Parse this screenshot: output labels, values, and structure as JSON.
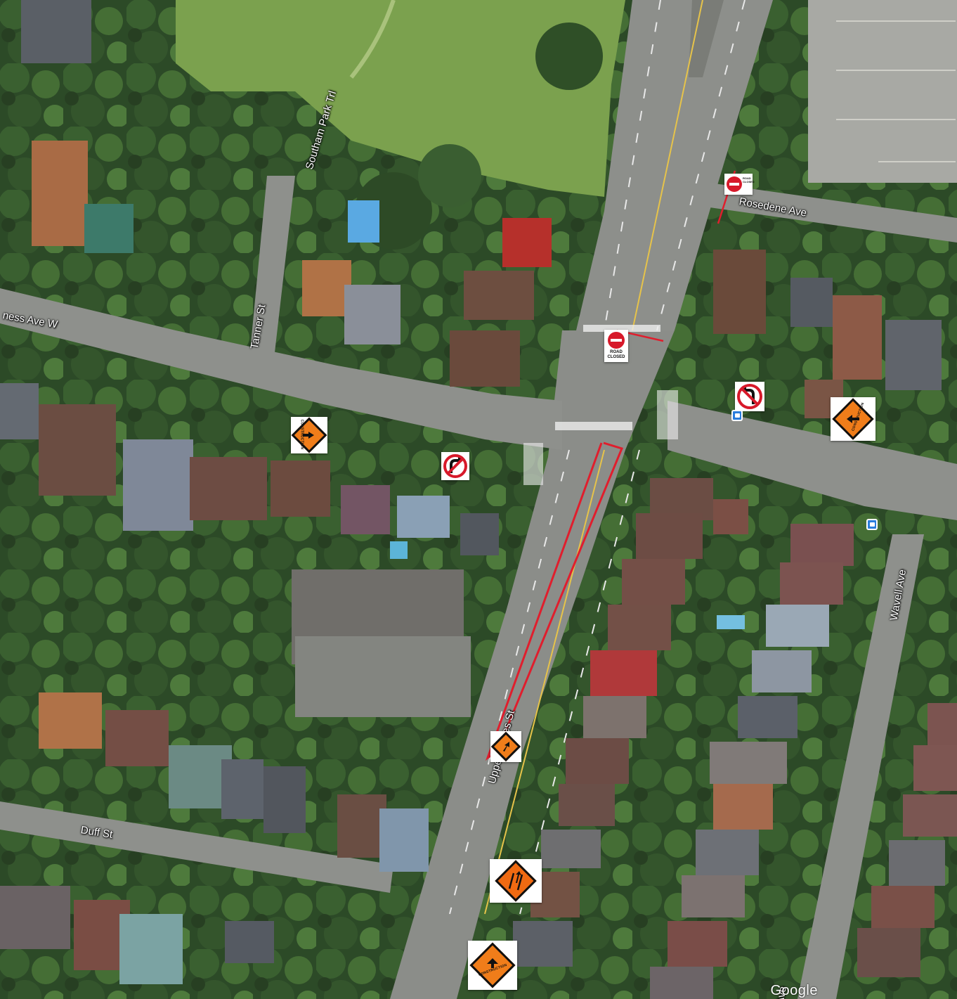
{
  "streets": {
    "southam_park_trl": "Southam Park Trl",
    "tanner_st": "Tanner St",
    "inness_ave_w": "ness Ave W",
    "rosedene_ave": "Rosedene Ave",
    "wavell_ave": "Wavell Ave",
    "upper_james_st": "Upper James St",
    "duff_st": "Duff St",
    "bottom_ave": "Ave"
  },
  "signs": {
    "road_closed_text_1": "ROAD",
    "road_closed_text_2": "CLOSED",
    "road_closed_small_1": "ROAD",
    "road_closed_small_2": "CLOSED",
    "construction_text": "CONSTRUCTION",
    "construction_ahead_text": "CONSTRUCTION"
  },
  "colors": {
    "closure_line": "#e01e2d",
    "construction_orange": "#f07d1a",
    "no_entry_red": "#d7192a",
    "bus_stop_blue": "#2a7ddc"
  },
  "icons": {
    "no_entry": "no-entry-sign",
    "no_left_turn": "no-left-turn-sign",
    "no_right_turn": "no-right-turn-sign",
    "detour_arrow": "detour-right-arrow-sign",
    "lane_shift": "lane-shift-sign",
    "bus_stop": "bus-stop-icon"
  },
  "attribution": "Google"
}
